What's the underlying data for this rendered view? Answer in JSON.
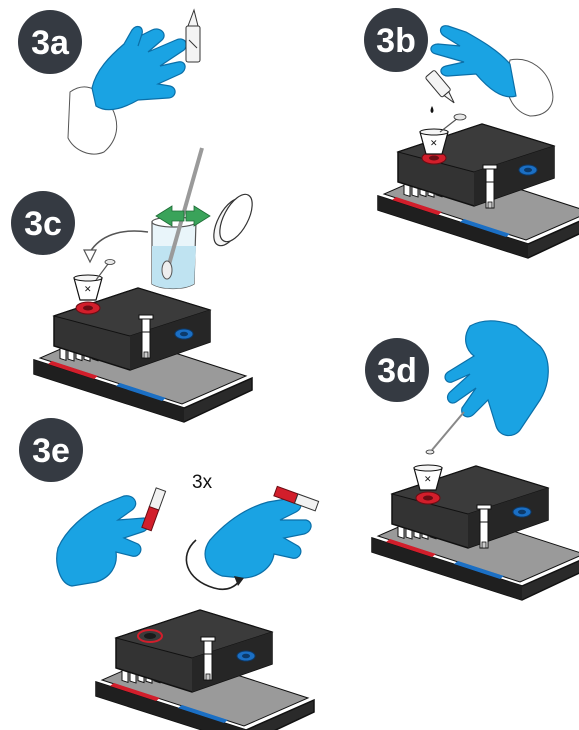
{
  "steps": {
    "s3a": "3a",
    "s3b": "3b",
    "s3c": "3c",
    "s3d": "3d",
    "s3e": "3e"
  },
  "repeat_label": "3x",
  "colors": {
    "badge": "#353a42",
    "glove": "#1aa3e3",
    "glove_dark": "#0b6fa8",
    "device": "#333333",
    "device_edge": "#111111",
    "red": "#d21e2b",
    "blue": "#1b6fc4",
    "green": "#3aa35a"
  },
  "icons": [
    "glove-hand-icon",
    "dropper-icon",
    "cassette-device-icon",
    "beaker-icon",
    "swab-icon",
    "rotate-arrow-icon",
    "tube-icon"
  ]
}
